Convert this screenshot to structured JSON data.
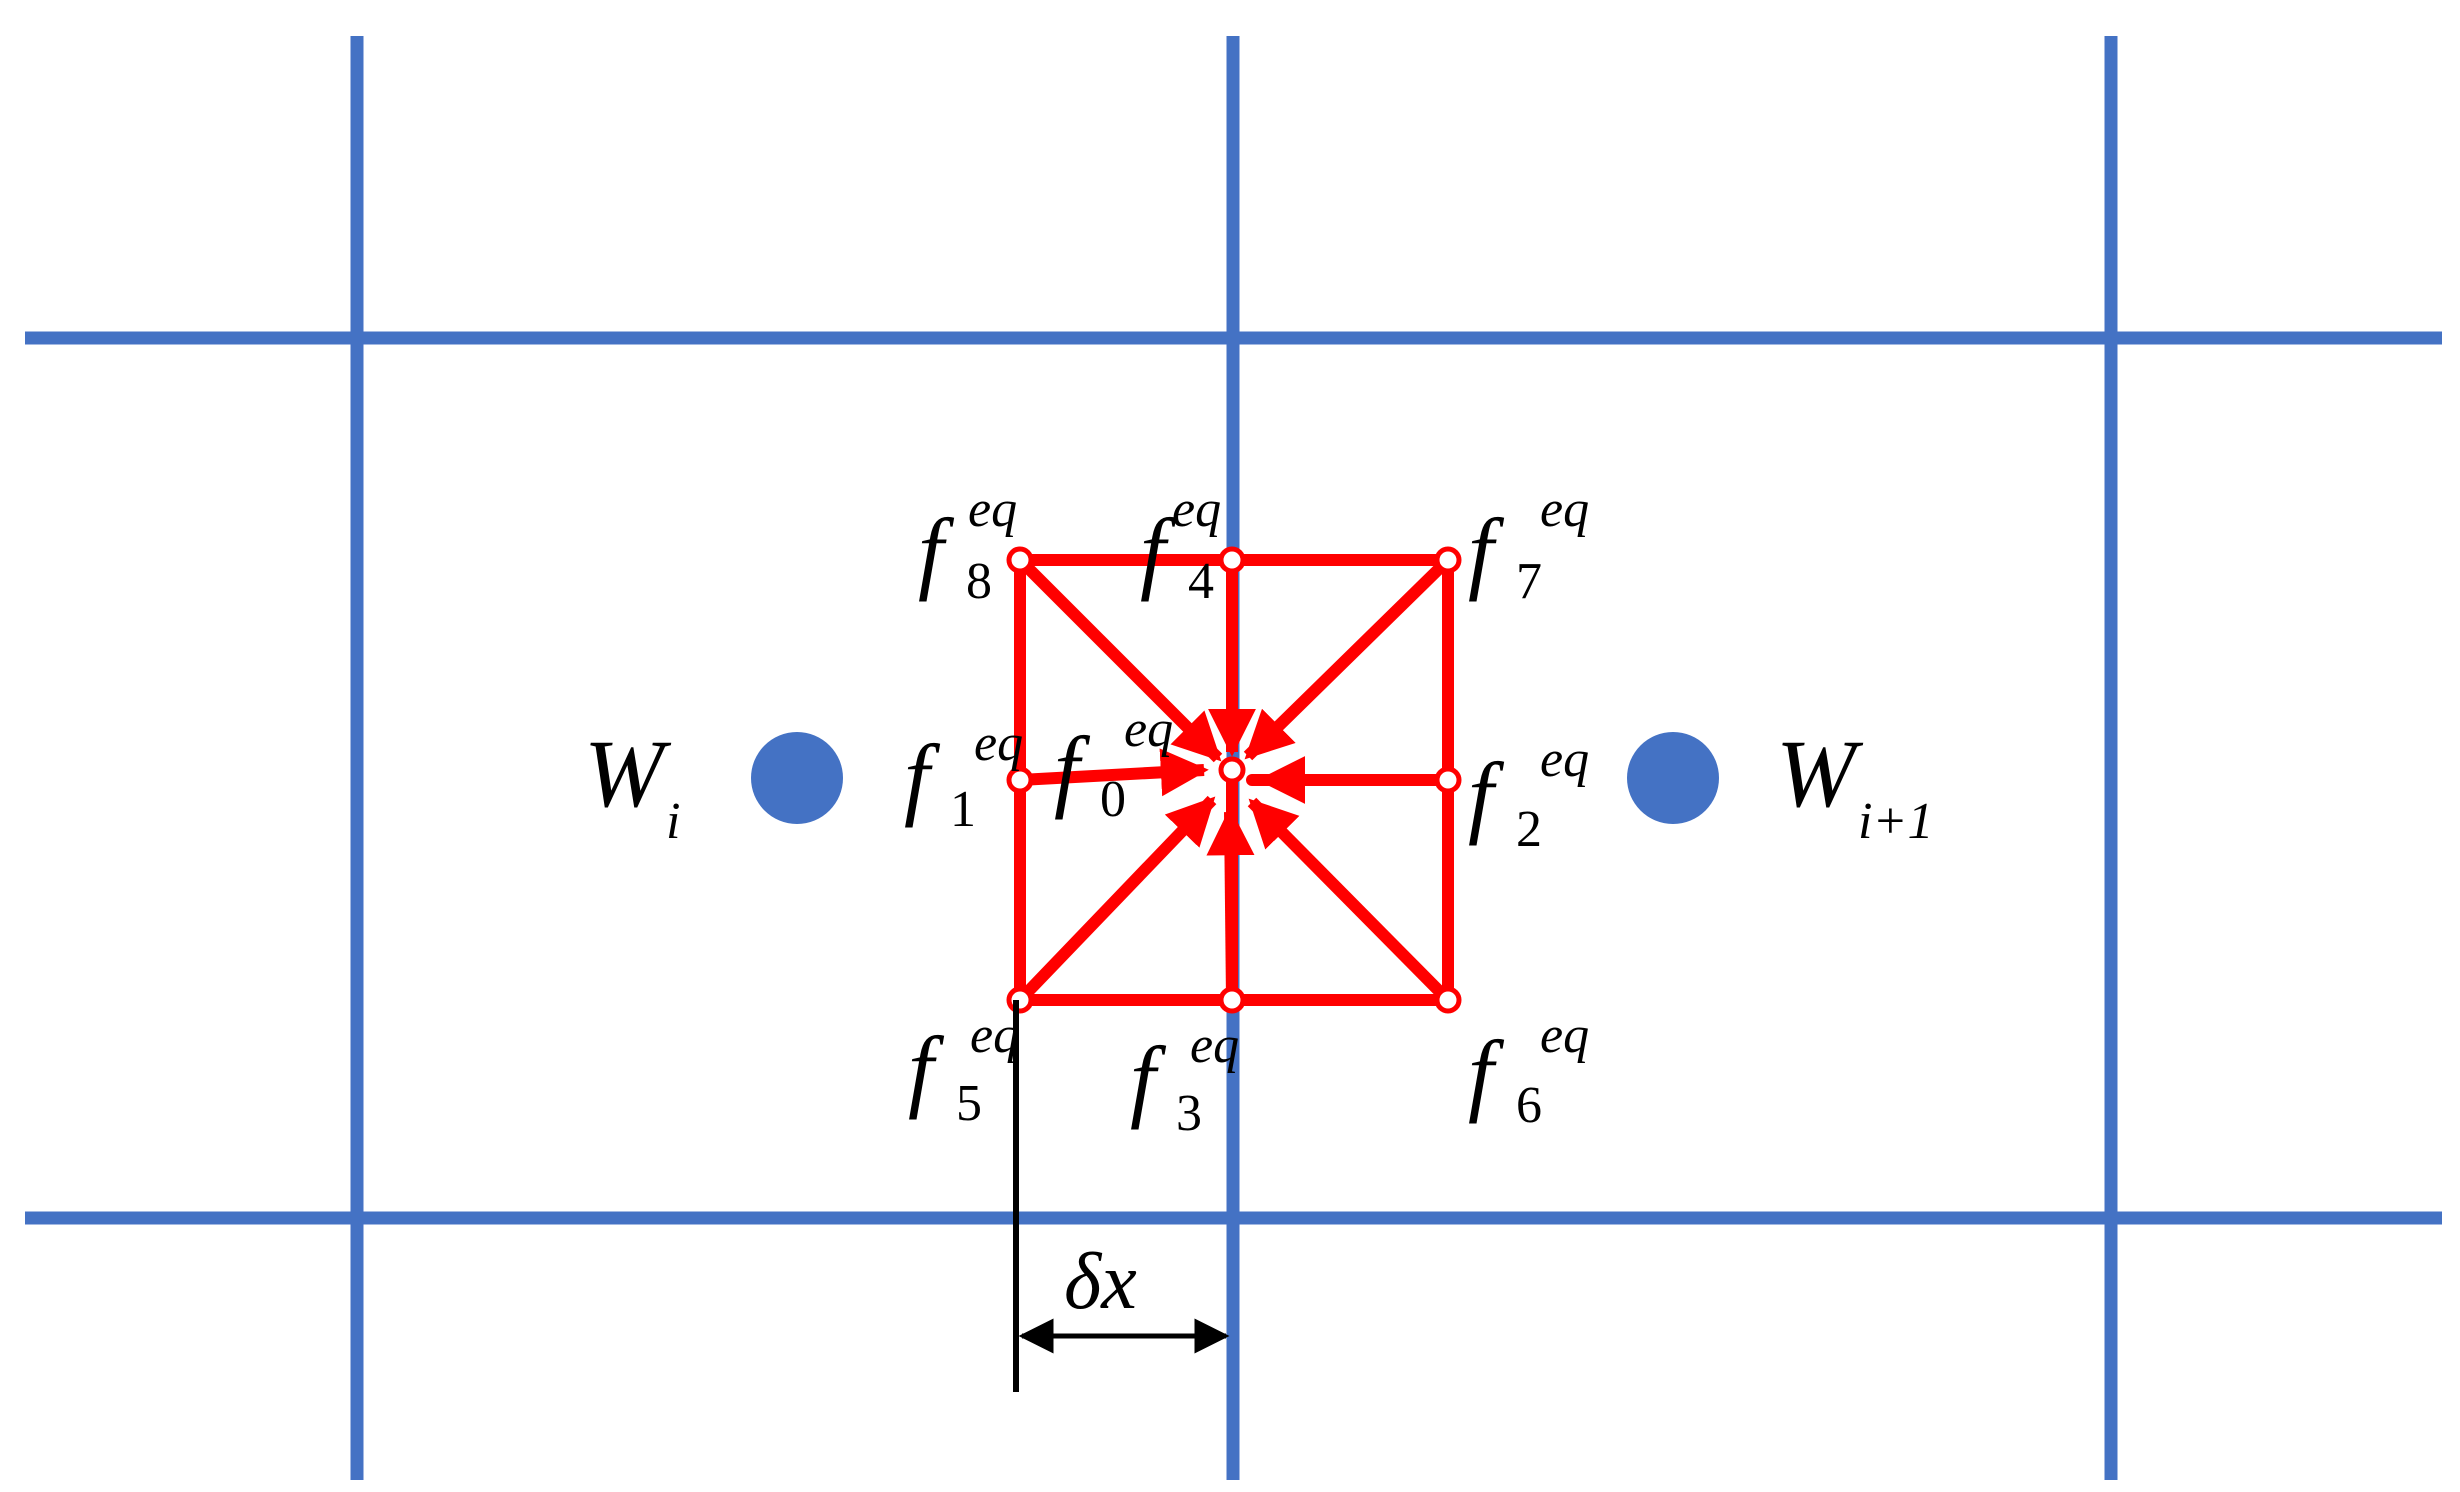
{
  "colors": {
    "grid": "#4472C4",
    "lattice": "#FF0000",
    "node_fill": "#FFFFFF",
    "cell_center": "#4472C4",
    "dimension": "#000000",
    "background": "#FFFFFF"
  },
  "cells": [
    {
      "id": "cell-i",
      "symbol": "W",
      "subscript": "i"
    },
    {
      "id": "cell-i-plus-1",
      "symbol": "W",
      "subscript": "i+1"
    }
  ],
  "distributions": [
    {
      "id": "f8",
      "symbol": "f",
      "subscript": "8",
      "superscript": "eq"
    },
    {
      "id": "f4",
      "symbol": "f",
      "subscript": "4",
      "superscript": "eq"
    },
    {
      "id": "f7",
      "symbol": "f",
      "subscript": "7",
      "superscript": "eq"
    },
    {
      "id": "f1",
      "symbol": "f",
      "subscript": "1",
      "superscript": "eq"
    },
    {
      "id": "f0",
      "symbol": "f",
      "subscript": "0",
      "superscript": "eq"
    },
    {
      "id": "f2",
      "symbol": "f",
      "subscript": "2",
      "superscript": "eq"
    },
    {
      "id": "f5",
      "symbol": "f",
      "subscript": "5",
      "superscript": "eq"
    },
    {
      "id": "f3",
      "symbol": "f",
      "subscript": "3",
      "superscript": "eq"
    },
    {
      "id": "f6",
      "symbol": "f",
      "subscript": "6",
      "superscript": "eq"
    }
  ],
  "dimension": {
    "label": "δx"
  }
}
